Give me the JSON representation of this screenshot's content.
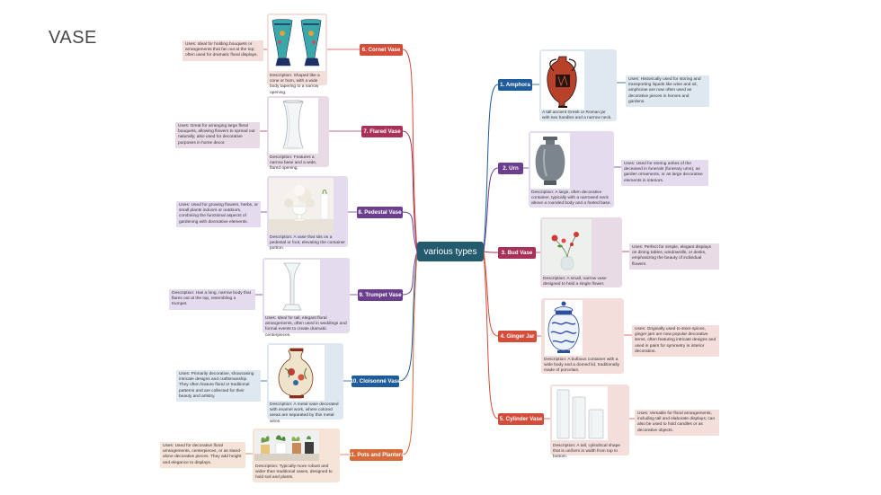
{
  "page_title": "VASE",
  "center_topic": "various types",
  "colors": {
    "center": "#245a6e",
    "blue": "#1f5c99",
    "purple": "#6b3f8e",
    "magenta": "#a8315a",
    "red": "#d44d3a",
    "orange": "#d86a3a"
  },
  "branches": [
    {
      "label": "1. Amphora",
      "icon": "amphora-photo",
      "description": "A tall ancient Greek or Roman jar with two handles and a narrow neck.",
      "uses": "Uses: Historically used for storing and transporting liquids like wine and oil, amphorae are now often used as decorative pieces in homes and gardens."
    },
    {
      "label": "2. Urn",
      "icon": "urn-photo",
      "description": "Description: A large, often decorative container, typically with a narrowed neck above a rounded body and a footed base.",
      "uses": "Uses: Used for storing ashes of the deceased in funerals (funerary urns), as garden ornaments, or as large decorative elements in interiors."
    },
    {
      "label": "3. Bud Vase",
      "icon": "bud-vase-photo",
      "description": "Description: A small, narrow vase designed to hold a single flower.",
      "uses": "Uses: Perfect for simple, elegant displays on dining tables, windowsills, or desks, emphasizing the beauty of individual flowers."
    },
    {
      "label": "4. Ginger Jar",
      "icon": "ginger-jar-photo",
      "description": "Description: A bulbous container with a wide body and a domed lid, traditionally made of porcelain.",
      "uses": "Uses: Originally used to store spices, ginger jars are now popular decorative items, often featuring intricate designs and used in pairs for symmetry in interior decoration."
    },
    {
      "label": "5. Cylinder Vase",
      "icon": "cylinder-vase-photo",
      "description": "Description: A tall, cylindrical shape that is uniform in width from top to bottom.",
      "uses": "Uses: Versatile for floral arrangements, including tall and elaborate displays; can also be used to hold candles or as decorative objects."
    },
    {
      "label": "6. Cornet Vase",
      "icon": "cornet-vase-photo",
      "description": "Description: Shaped like a cone or horn, with a wide body tapering to a narrow opening.",
      "uses": "Uses: Ideal for holding bouquets or arrangements that fan out at the top; often used for dramatic floral displays."
    },
    {
      "label": "7. Flared Vase",
      "icon": "flared-vase-photo",
      "description": "Description: Features a narrow base and a wide, flared opening.",
      "uses": "Uses: Great for arranging large floral bouquets, allowing flowers to spread out naturally; also used for decorative purposes in home decor."
    },
    {
      "label": "8. Pedestal Vase",
      "icon": "pedestal-vase-photo",
      "description": "Description: A vase that sits on a pedestal or foot, elevating the container portion.",
      "uses": "Uses: Used for growing flowers, herbs, or small plants indoors or outdoors, combining the functional aspects of gardening with decorative elements."
    },
    {
      "label": "9. Trumpet Vase",
      "icon": "trumpet-vase-photo",
      "description": "Uses: Ideal for tall, elegant floral arrangements, often used in weddings and formal events to create dramatic centerpieces.",
      "uses": "Description: Has a long, narrow body that flares out at the top, resembling a trumpet."
    },
    {
      "label": "10. Cloisonné Vase",
      "icon": "cloisonne-vase-photo",
      "description": "Description: A metal vase decorated with enamel work, where colored areas are separated by thin metal wires.",
      "uses": "Uses: Primarily decorative, showcasing intricate designs and craftsmanship. They often feature floral or traditional patterns and are collected for their beauty and artistry."
    },
    {
      "label": "11. Pots and Planters",
      "icon": "pots-planters-photo",
      "description": "Description: Typically more robust and wider than traditional vases, designed to hold soil and plants.",
      "uses": "Uses: Used for decorative floral arrangements, centerpieces, or as stand-alone decorative pieces. They add height and elegance to displays."
    }
  ]
}
